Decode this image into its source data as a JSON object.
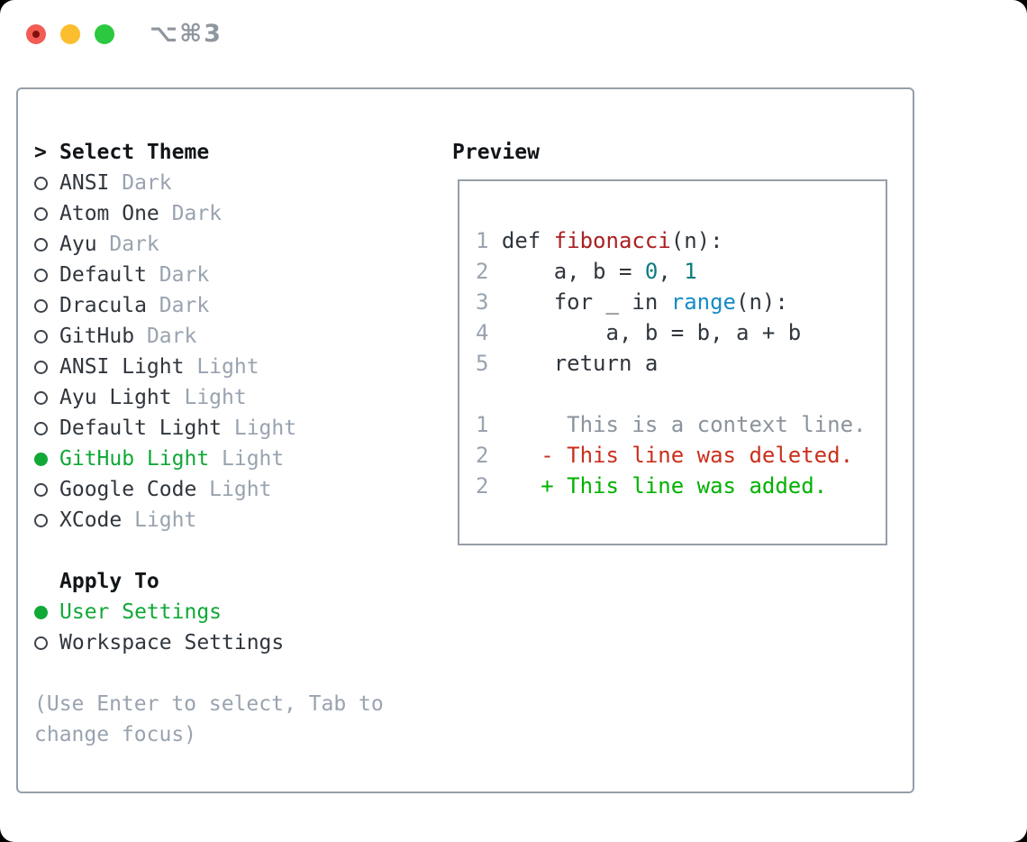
{
  "window": {
    "shortcut_label": "⌥⌘3"
  },
  "theme_picker": {
    "cursor": ">",
    "title": "Select Theme",
    "themes": [
      {
        "name": "ANSI",
        "variant": "Dark",
        "selected": false
      },
      {
        "name": "Atom One",
        "variant": "Dark",
        "selected": false
      },
      {
        "name": "Ayu",
        "variant": "Dark",
        "selected": false
      },
      {
        "name": "Default",
        "variant": "Dark",
        "selected": false
      },
      {
        "name": "Dracula",
        "variant": "Dark",
        "selected": false
      },
      {
        "name": "GitHub",
        "variant": "Dark",
        "selected": false
      },
      {
        "name": "ANSI Light",
        "variant": "Light",
        "selected": false
      },
      {
        "name": "Ayu Light",
        "variant": "Light",
        "selected": false
      },
      {
        "name": "Default Light",
        "variant": "Light",
        "selected": false
      },
      {
        "name": "GitHub Light",
        "variant": "Light",
        "selected": true
      },
      {
        "name": "Google Code",
        "variant": "Light",
        "selected": false
      },
      {
        "name": "XCode",
        "variant": "Light",
        "selected": false
      }
    ],
    "apply_to": {
      "title": "Apply To",
      "options": [
        {
          "label": "User Settings",
          "selected": true
        },
        {
          "label": "Workspace Settings",
          "selected": false
        }
      ]
    },
    "hint_lines": [
      "(Use Enter to select, Tab to",
      "change focus)"
    ]
  },
  "preview": {
    "title": "Preview",
    "lines": [
      [
        [
          "1 ",
          "num"
        ],
        [
          "def ",
          "plain"
        ],
        [
          "fibonacci",
          "func"
        ],
        [
          "(n):",
          "plain"
        ]
      ],
      [
        [
          "2 ",
          "num"
        ],
        [
          "    a, b = ",
          "plain"
        ],
        [
          "0",
          "const"
        ],
        [
          ", ",
          "plain"
        ],
        [
          "1",
          "const"
        ]
      ],
      [
        [
          "3 ",
          "num"
        ],
        [
          "    for _ in ",
          "plain"
        ],
        [
          "range",
          "builtin"
        ],
        [
          "(n):",
          "plain"
        ]
      ],
      [
        [
          "4 ",
          "num"
        ],
        [
          "        a, b = b, a + b",
          "plain"
        ]
      ],
      [
        [
          "5 ",
          "num"
        ],
        [
          "    return a",
          "plain"
        ]
      ],
      [],
      [
        [
          "1",
          "num"
        ],
        [
          "      ",
          "plain"
        ],
        [
          "This is a context line.",
          "ctx"
        ]
      ],
      [
        [
          "2",
          "num"
        ],
        [
          "    ",
          "plain"
        ],
        [
          "- This line was deleted.",
          "del"
        ]
      ],
      [
        [
          "2",
          "num"
        ],
        [
          "    ",
          "plain"
        ],
        [
          "+ This line was added.",
          "add"
        ]
      ]
    ]
  },
  "colors": {
    "accent_green": "#10a837",
    "added_green": "#00b100",
    "deleted_red": "#c9301c",
    "func_red": "#ac2022",
    "const_teal": "#0b7c80",
    "builtin_blue": "#168bc5",
    "text_dark": "#30363d",
    "text_muted": "#99a3b0",
    "context_gray": "#8b939c",
    "border_gray": "#969fa9",
    "traffic_red": "#f25c54",
    "traffic_yellow": "#fcbd2e",
    "traffic_green": "#2bc840",
    "shortcut_gray": "#8f969e"
  }
}
